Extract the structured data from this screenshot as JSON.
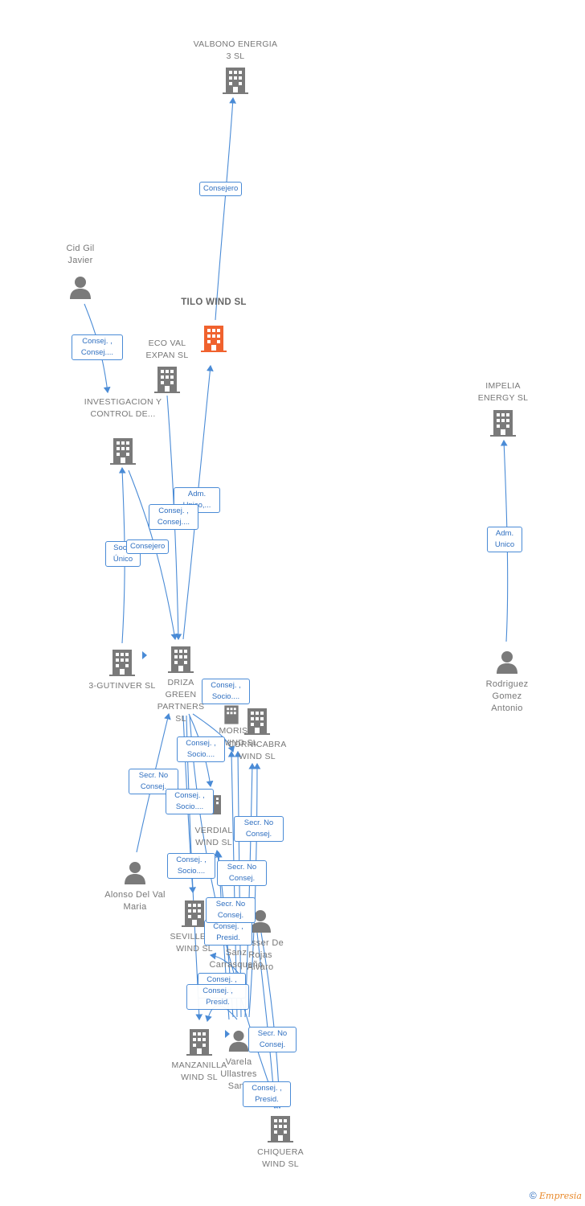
{
  "nodes": [
    {
      "id": "valbono",
      "type": "company",
      "label": "VALBONO ENERGIA 3 SL",
      "icon": "building-icon"
    },
    {
      "id": "tilo",
      "type": "company",
      "focus": true,
      "label": "TILO WIND SL",
      "icon": "building-icon",
      "color": "#f0622e"
    },
    {
      "id": "cid",
      "type": "person",
      "label": "Cid Gil Javier",
      "icon": "person-icon"
    },
    {
      "id": "ecoval",
      "type": "company",
      "label": "ECO VAL EXPAN SL",
      "icon": "building-icon"
    },
    {
      "id": "investigacion",
      "type": "company",
      "label": "INVESTIGACION Y CONTROL DE...",
      "icon": "building-icon"
    },
    {
      "id": "impelia",
      "type": "company",
      "label": "IMPELIA ENERGY SL",
      "icon": "building-icon"
    },
    {
      "id": "rodriguez",
      "type": "person",
      "label": "Rodriguez Gomez Antonio",
      "icon": "person-icon"
    },
    {
      "id": "gutinver",
      "type": "company",
      "label": "3-GUTINVER SL",
      "icon": "building-icon"
    },
    {
      "id": "driza",
      "type": "company",
      "label": "DRIZA GREEN PARTNERS SL",
      "icon": "building-icon"
    },
    {
      "id": "morisca",
      "type": "company",
      "label": "MORISCA WIND SL",
      "icon": "building-icon"
    },
    {
      "id": "cornicabra",
      "type": "company",
      "label": "CORNICABRA WIND SL",
      "icon": "building-icon"
    },
    {
      "id": "verdial",
      "type": "company",
      "label": "VERDIAL WIND SL",
      "icon": "building-icon"
    },
    {
      "id": "alonso",
      "type": "person",
      "label": "Alonso Del Val Maria",
      "icon": "person-icon"
    },
    {
      "id": "sevilleno",
      "type": "company",
      "label": "SEVILLENO WIND SL",
      "icon": "building-icon"
    },
    {
      "id": "rojas",
      "type": "person",
      "label": "Prosser De Rojas Alvaro",
      "icon": "person-icon"
    },
    {
      "id": "sanz",
      "type": "person",
      "label": "Sanz Carrasqueño ro",
      "icon": "person-icon"
    },
    {
      "id": "manzanilla",
      "type": "company",
      "label": "MANZANILLA WIND SL",
      "icon": "building-icon"
    },
    {
      "id": "varela",
      "type": "person",
      "label": "Varela Ullastres Santi",
      "icon": "person-icon"
    },
    {
      "id": "chiquera",
      "type": "company",
      "label": "CHIQUERA WIND SL",
      "icon": "building-icon"
    }
  ],
  "relations": [
    {
      "id": "r1",
      "text": "Consejero"
    },
    {
      "id": "r2",
      "text": "Consej. , Consej...."
    },
    {
      "id": "r3",
      "text": "Adm. Unico,..."
    },
    {
      "id": "r4",
      "text": "Consej. , Consej...."
    },
    {
      "id": "r5",
      "text": "Socio Único"
    },
    {
      "id": "r6",
      "text": "Consejero"
    },
    {
      "id": "r7",
      "text": "Adm. Unico"
    },
    {
      "id": "r8",
      "text": "Consej. , Socio...."
    },
    {
      "id": "r9",
      "text": "Consej. , Socio...."
    },
    {
      "id": "r10",
      "text": "Secr. No Consej."
    },
    {
      "id": "r11",
      "text": "Consej. , Socio...."
    },
    {
      "id": "r12",
      "text": "Secr. No Consej."
    },
    {
      "id": "r13",
      "text": "Consej. , Socio...."
    },
    {
      "id": "r14",
      "text": "Secr. No Consej."
    },
    {
      "id": "r15",
      "text": "Consej. , Presid."
    },
    {
      "id": "r16",
      "text": "Secr. No Consej."
    },
    {
      "id": "r17",
      "text": "Consej. , Presid."
    },
    {
      "id": "r18",
      "text": "Consej. , Presid."
    },
    {
      "id": "r19",
      "text": "Secr. No Consej."
    },
    {
      "id": "r20",
      "text": "Consej. , Presid."
    }
  ],
  "footer": {
    "copyright": "©",
    "brand": "Empresia"
  },
  "colors": {
    "edge": "#4a8bd6",
    "icon": "#7a7a7a",
    "focus": "#f0622e"
  }
}
